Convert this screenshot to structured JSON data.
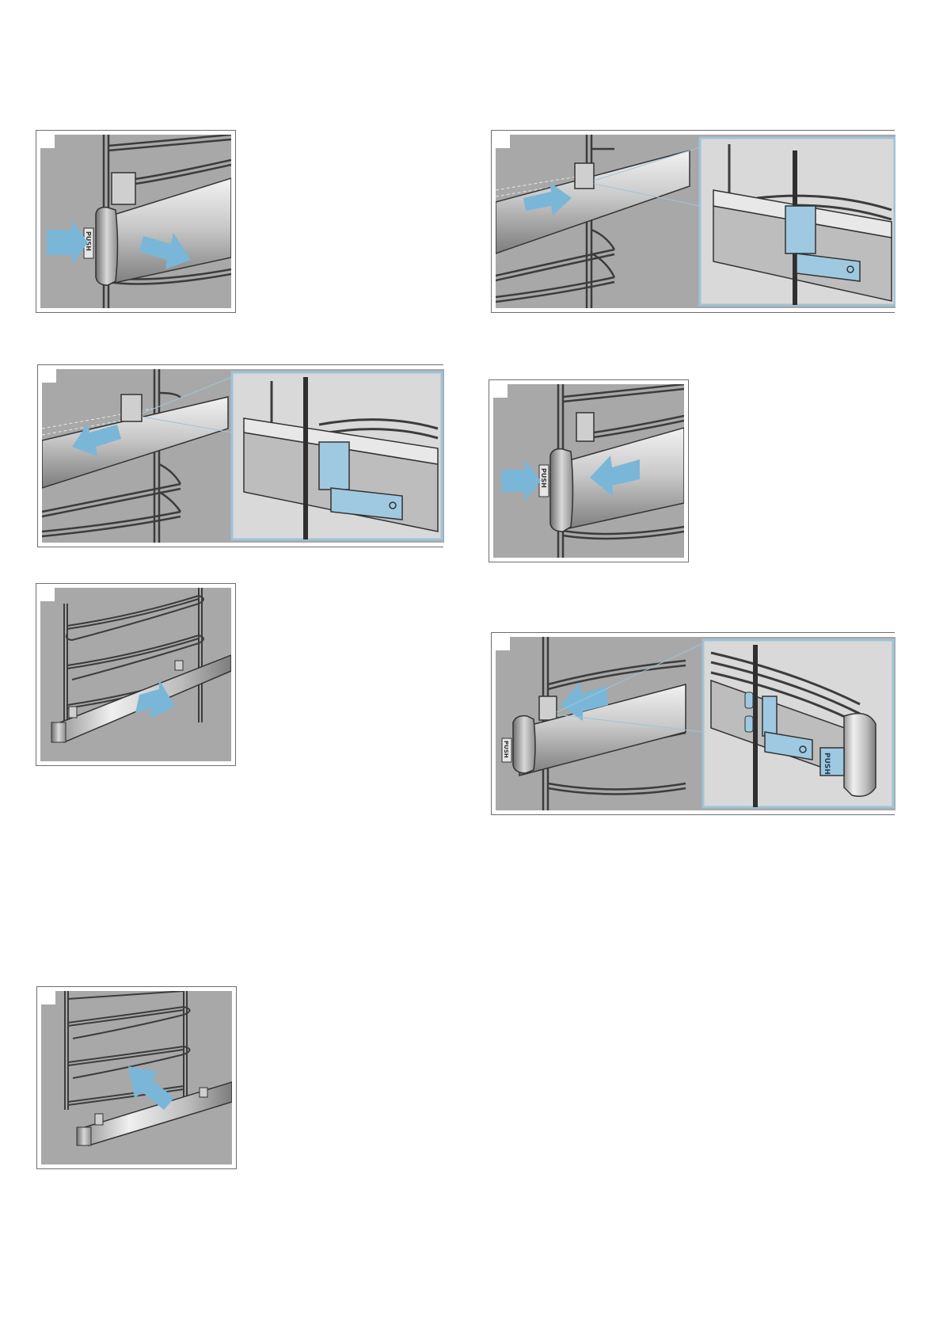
{
  "labels": {
    "push": "PUSH"
  },
  "colors": {
    "background": "#a8a8a8",
    "arrow": "#7ab6d8",
    "clip": "#9fc9e0",
    "inset_bg": "#d9d9d9",
    "inset_border": "#9ec4d8",
    "rail_light": "#e8e8e8",
    "rail_dark": "#8a8a8a",
    "wire": "#444444"
  },
  "panels": [
    {
      "id": "step-1",
      "icon": "push-release-icon"
    },
    {
      "id": "step-2",
      "icon": "unhook-detail-icon"
    },
    {
      "id": "step-3",
      "icon": "remove-rail-icon"
    },
    {
      "id": "step-4",
      "icon": "insert-rail-icon"
    },
    {
      "id": "step-5",
      "icon": "hook-detail-icon"
    },
    {
      "id": "step-6",
      "icon": "push-lock-icon"
    },
    {
      "id": "step-7",
      "icon": "engage-detail-icon"
    }
  ]
}
